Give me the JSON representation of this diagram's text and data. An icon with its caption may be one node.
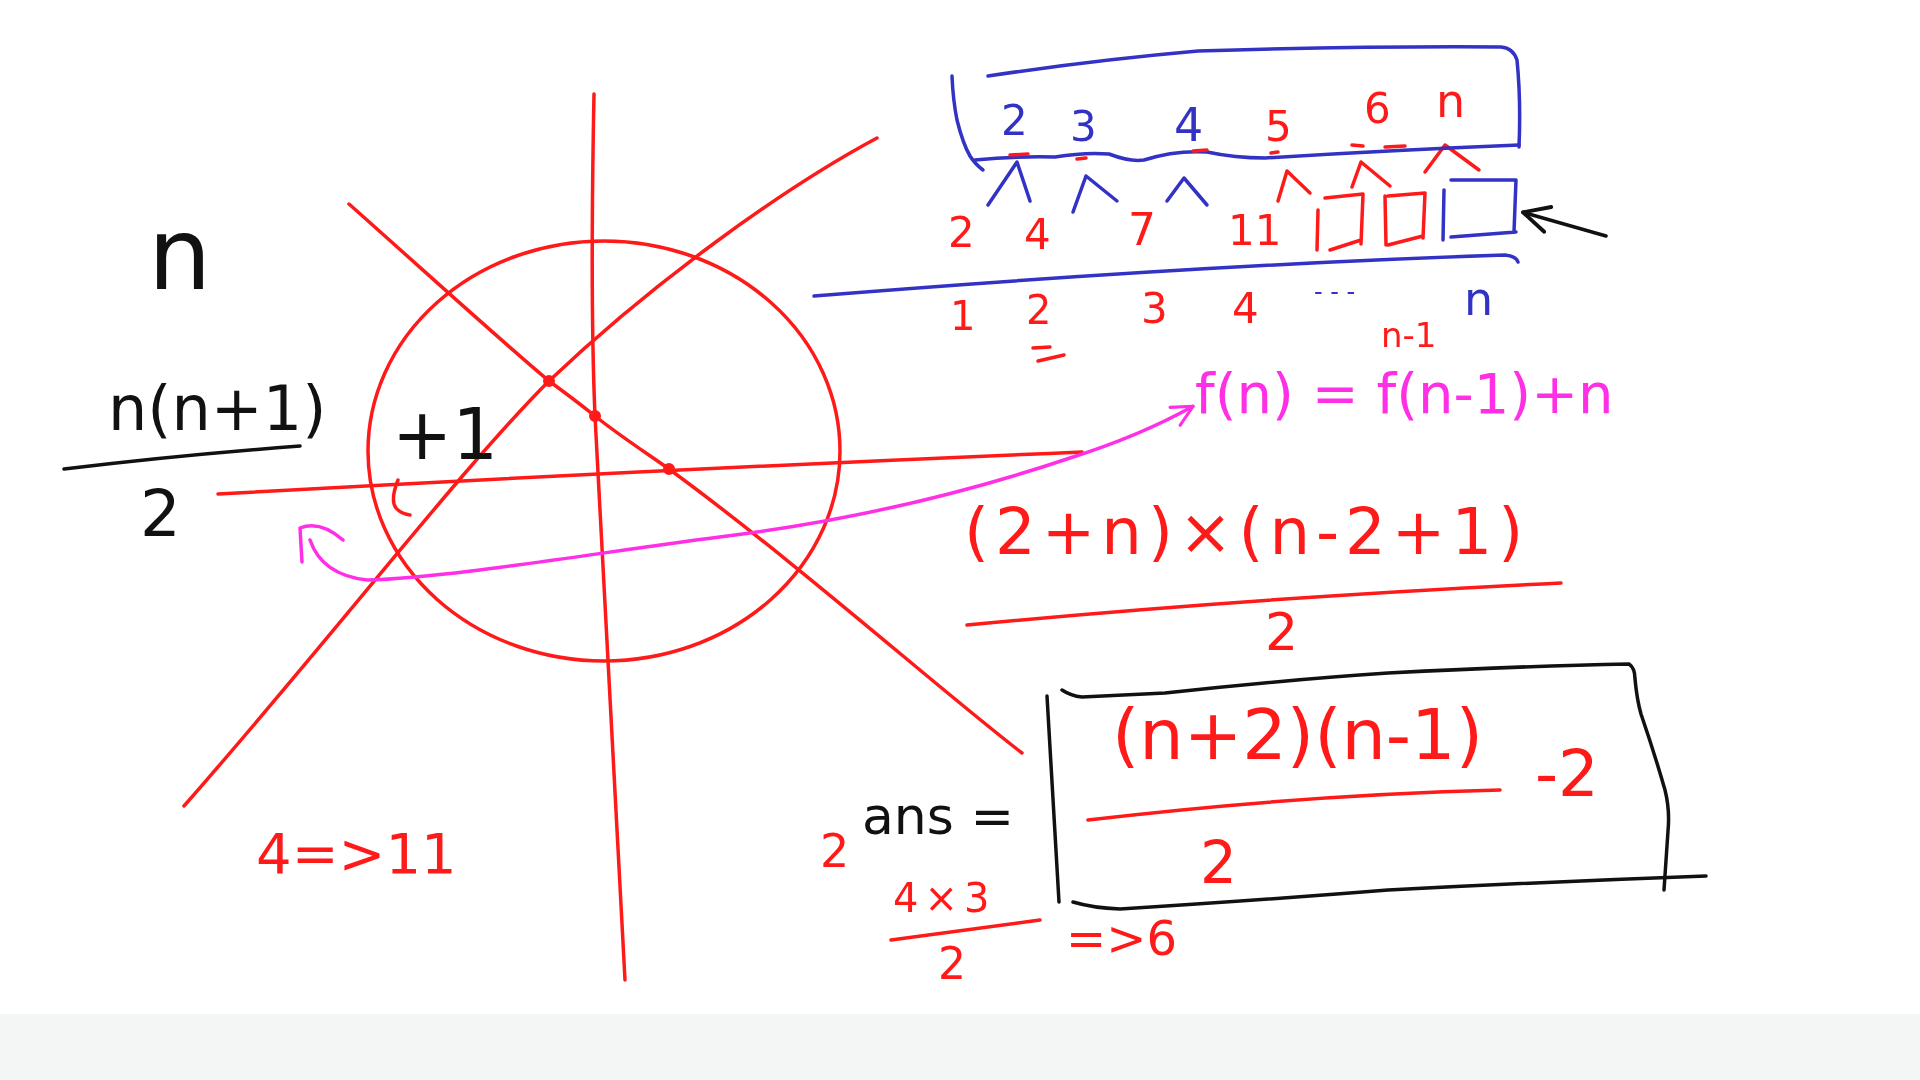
{
  "diagram": {
    "nodes": [
      {
        "text": [
          "2",
          "3",
          "4",
          "5",
          "6",
          "n"
        ]
      },
      {
        "text": [],
        "shape": "box"
      },
      {
        "text": [],
        "shape": "box"
      },
      {
        "text": [],
        "shape": "box"
      },
      {
        "text": [
          "f(n) = f(n-1)+n"
        ]
      },
      {
        "text": [
          "(n+2)(n-1)",
          "2",
          "-2"
        ]
      }
    ],
    "edges": [
      {
        "from": null,
        "to": 3,
        "arrow": "to"
      },
      {
        "from": null,
        "to": 4,
        "arrow": "to",
        "color": "#ff2fe6"
      }
    ],
    "labels": [
      "n",
      "2",
      "4",
      "7",
      "11",
      "1",
      "2",
      "3",
      "4",
      "- - -",
      "n-1",
      "n",
      "n(n+1)",
      "+1",
      "2",
      "(2+n)×(n-2+1)",
      "2",
      "4=>11",
      "2",
      "ans =",
      "4×3",
      "2",
      "=>6"
    ]
  }
}
